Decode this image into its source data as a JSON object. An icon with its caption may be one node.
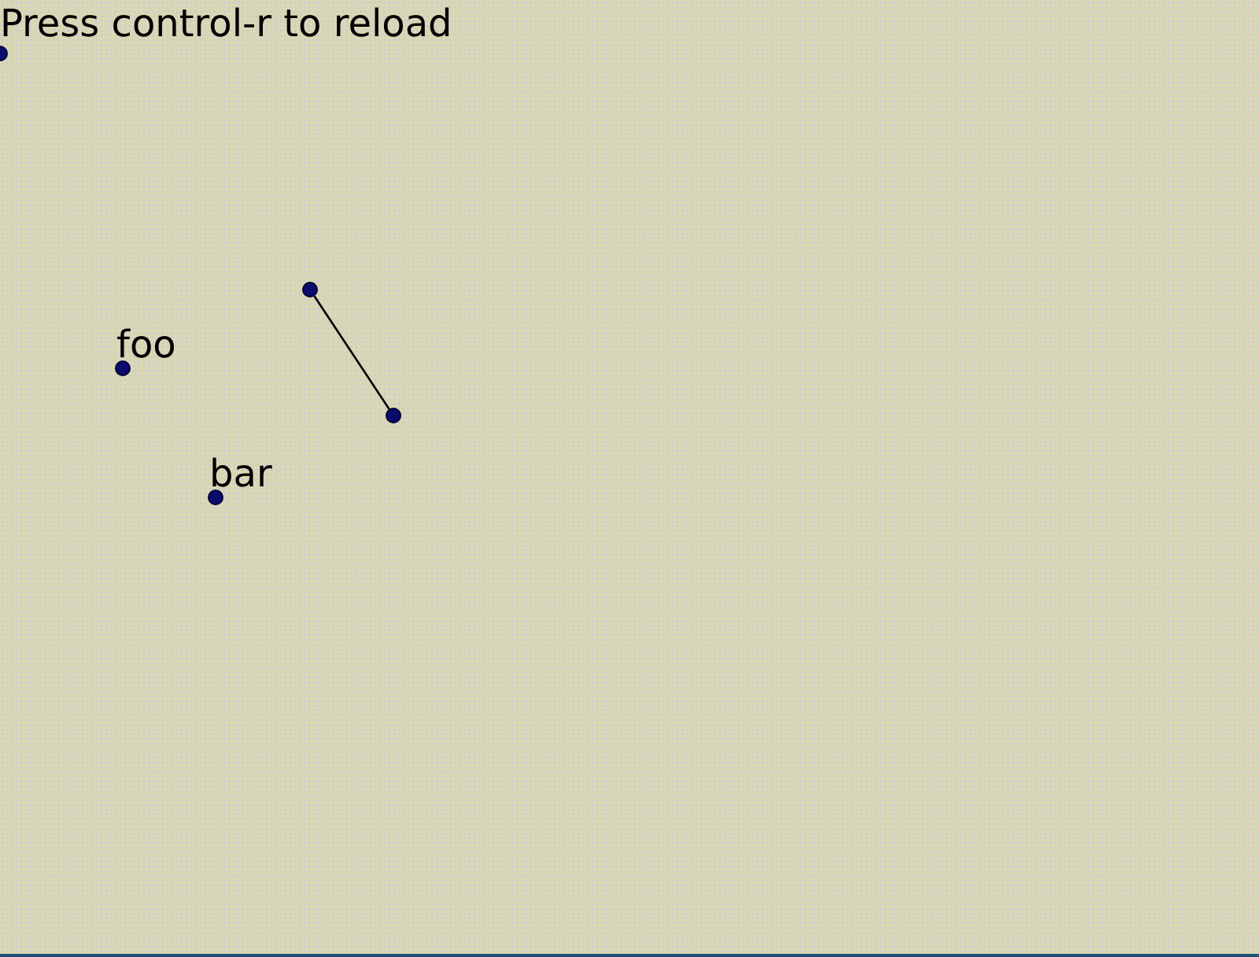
{
  "diagram": {
    "nodes": [
      {
        "text": [],
        "shape": "circle"
      },
      {
        "text": [],
        "shape": "circle"
      },
      {
        "text": [],
        "shape": "circle",
        "beside": [
          "foo"
        ]
      },
      {
        "text": [],
        "shape": "circle"
      },
      {
        "text": [],
        "shape": "circle",
        "beside": [
          "bar"
        ]
      }
    ],
    "edges": [
      {
        "from": 1,
        "to": 3,
        "arrow": "none"
      }
    ],
    "labels": [
      "Press control-r to reload"
    ]
  }
}
